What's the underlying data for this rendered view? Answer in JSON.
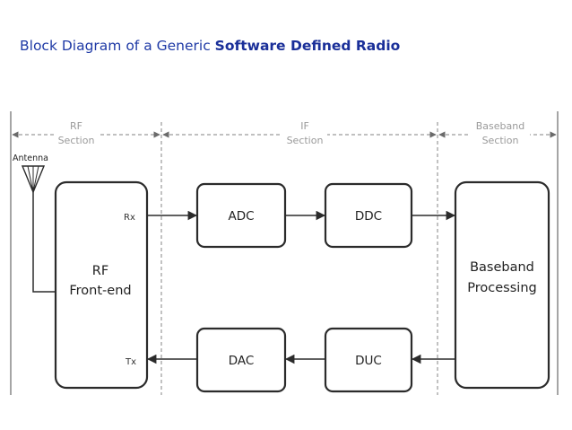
{
  "title": {
    "prefix": "Block Diagram of a Generic ",
    "emphasis": "Software Defined Radio"
  },
  "sections": [
    {
      "line1": "RF",
      "line2": "Section"
    },
    {
      "line1": "IF",
      "line2": "Section"
    },
    {
      "line1": "Baseband",
      "line2": "Section"
    }
  ],
  "antenna_label": "Antenna",
  "blocks": {
    "rf_frontend": {
      "line1": "RF",
      "line2": "Front-end",
      "rx": "Rx",
      "tx": "Tx"
    },
    "adc": "ADC",
    "ddc": "DDC",
    "dac": "DAC",
    "duc": "DUC",
    "baseband": {
      "line1": "Baseband",
      "line2": "Processing"
    }
  },
  "colors": {
    "title": "#1f3aa6",
    "line": "#2b2b2b",
    "section_text": "#9a9a9a"
  }
}
